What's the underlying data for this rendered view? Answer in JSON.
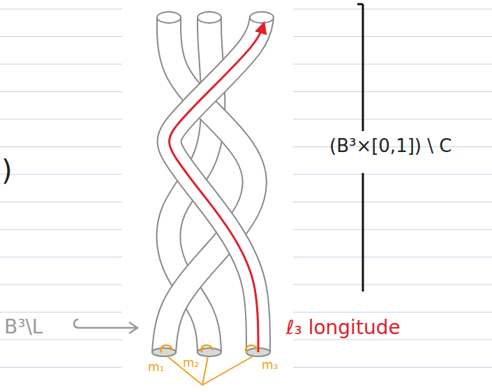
{
  "diagram": {
    "labels": [
      "(B³×[0,1]) \\ C",
      ")",
      "B³\\L",
      "ℓ₃ longitude",
      "m₁",
      "m₂",
      "m₃"
    ]
  }
}
